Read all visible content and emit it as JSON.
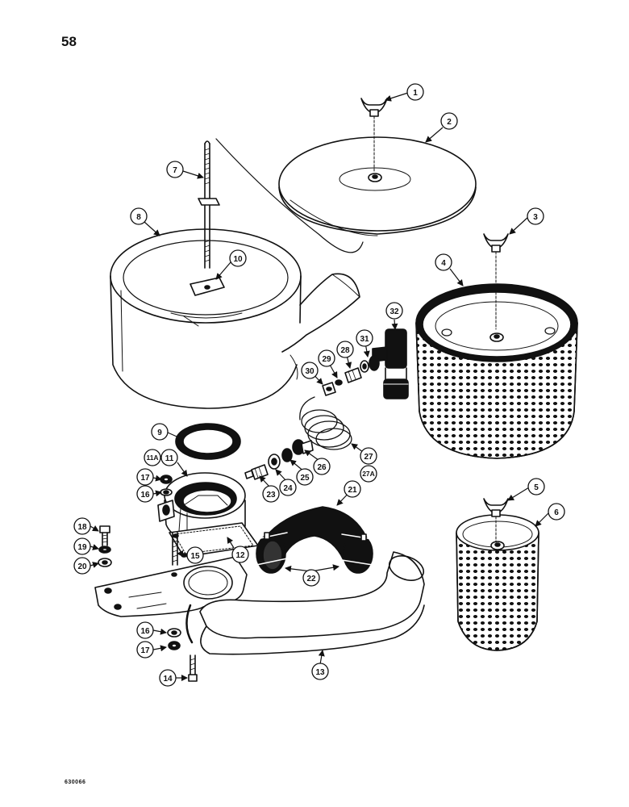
{
  "page_number": "58",
  "figure_code": "630066",
  "callouts": [
    "1",
    "2",
    "3",
    "4",
    "5",
    "6",
    "7",
    "8",
    "9",
    "10",
    "11A",
    "11",
    "12",
    "13",
    "14",
    "15",
    "16",
    "17",
    "18",
    "19",
    "20",
    "21",
    "22",
    "23",
    "24",
    "25",
    "26",
    "27",
    "27A",
    "28",
    "29",
    "30",
    "31",
    "32"
  ]
}
